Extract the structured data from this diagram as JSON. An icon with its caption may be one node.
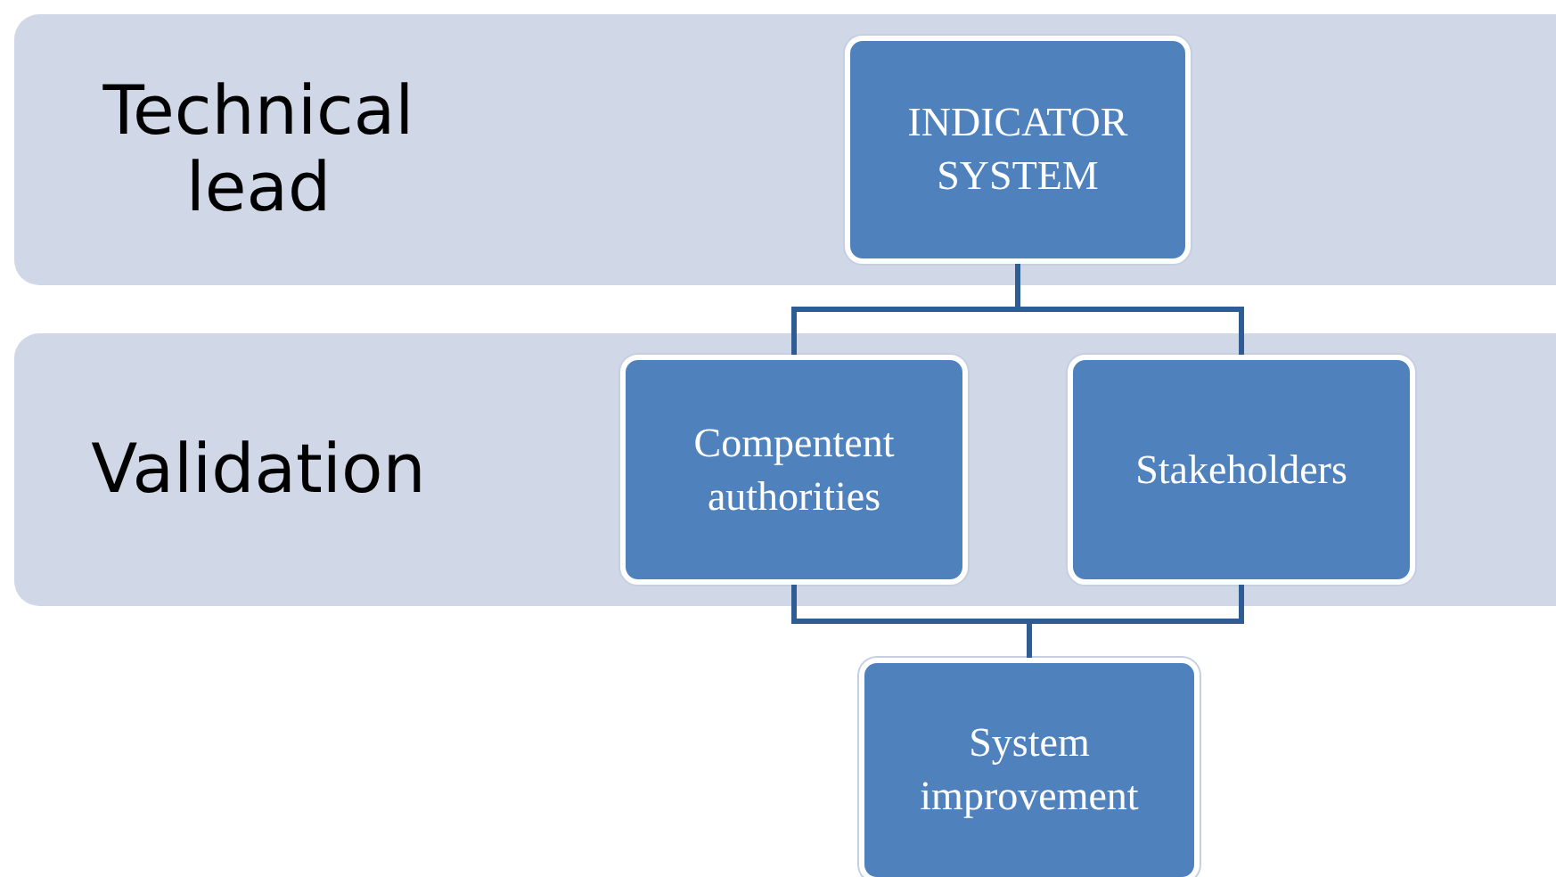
{
  "diagram": {
    "nodes": [
      {
        "text": [
          "Technical lead"
        ]
      },
      {
        "text": [
          "INDICATOR SYSTEM"
        ],
        "in": 0
      },
      {
        "text": [
          "Validation"
        ]
      },
      {
        "text": [
          "Compentent authorities"
        ],
        "in": 2
      },
      {
        "text": [
          "Stakeholders"
        ],
        "in": 2
      },
      {
        "text": [
          "System improvement"
        ]
      }
    ],
    "edges": [
      {
        "from": 1,
        "to": 3,
        "arrow": "none"
      },
      {
        "from": 1,
        "to": 4,
        "arrow": "none"
      },
      {
        "from": 3,
        "to": 5,
        "arrow": "none"
      },
      {
        "from": 4,
        "to": 5,
        "arrow": "none"
      }
    ]
  }
}
